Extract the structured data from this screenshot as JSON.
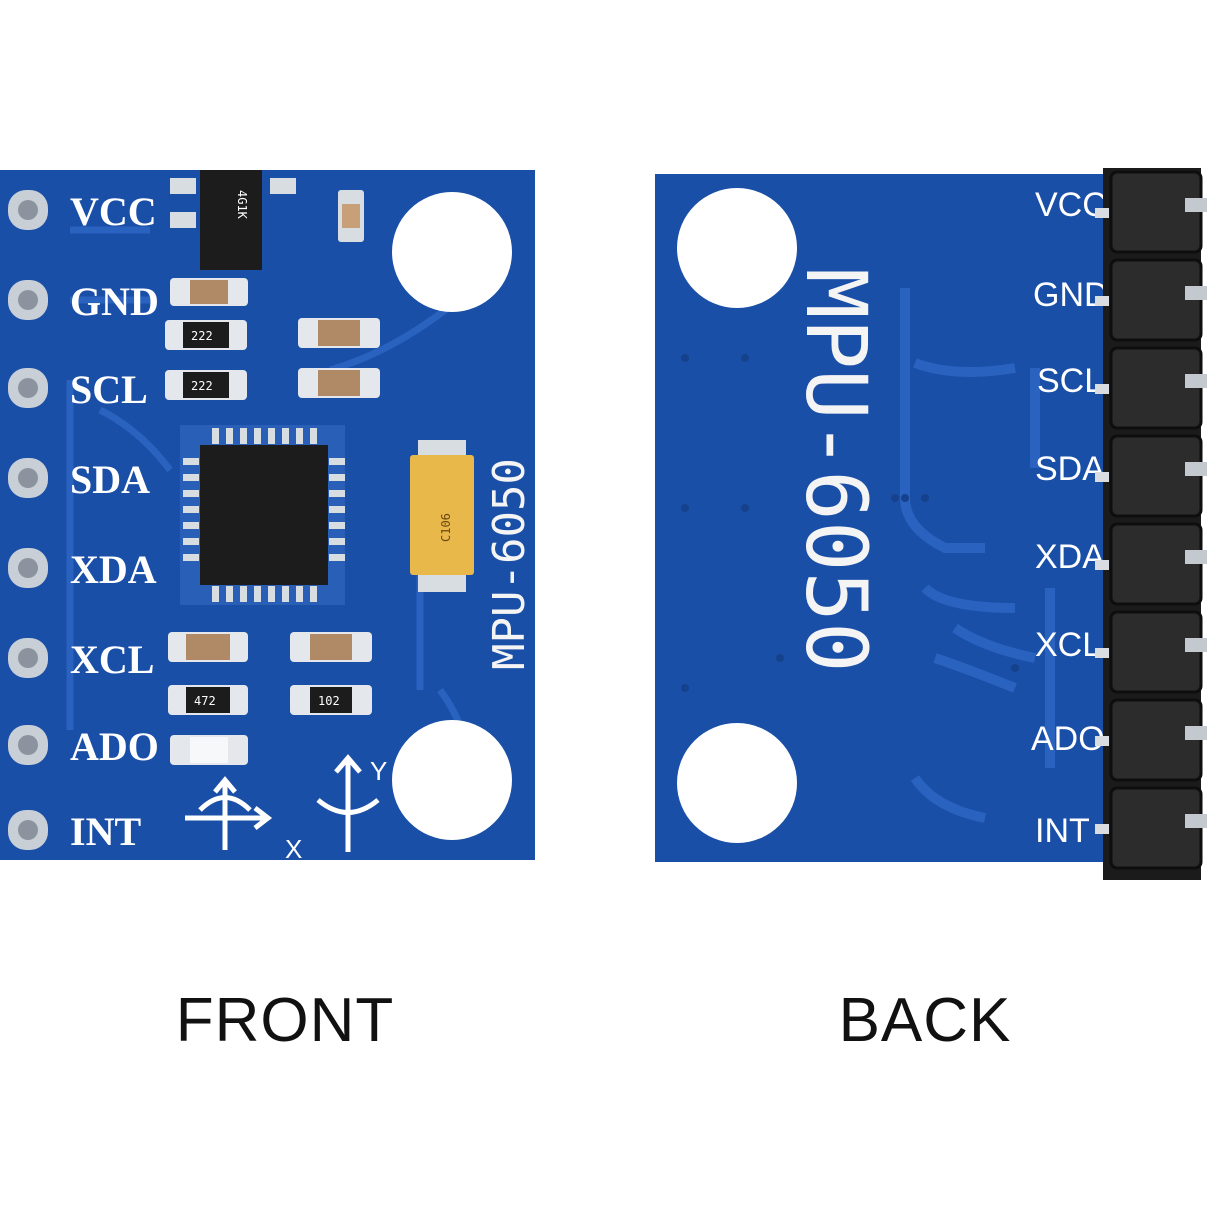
{
  "colors": {
    "pcb_blue": "#1a4fa8",
    "pcb_trace": "#2a62bf",
    "silkscreen": "#ffffff",
    "header_black": "#1b1b1b",
    "capacitor_yellow": "#e8b84a",
    "chip_black": "#1c1c1c"
  },
  "front": {
    "caption": "FRONT",
    "pins": [
      "VCC",
      "GND",
      "SCL",
      "SDA",
      "XDA",
      "XCL",
      "ADO",
      "INT"
    ],
    "board_label": "MPU-6050",
    "regulator_marking": "4G1K",
    "resistor_markings": [
      "222",
      "222",
      "472",
      "102"
    ],
    "capacitor_marking": "C106",
    "axis_labels": [
      "X",
      "Y"
    ]
  },
  "back": {
    "caption": "BACK",
    "pins": [
      "VCC",
      "GND",
      "SCL",
      "SDA",
      "XDA",
      "XCL",
      "ADO",
      "INT"
    ],
    "board_label": "MPU-6050"
  }
}
